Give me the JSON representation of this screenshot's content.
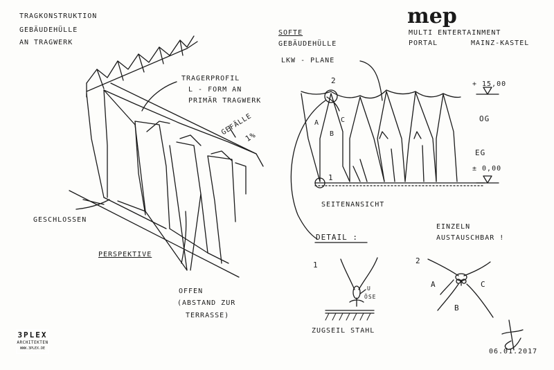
{
  "left_sketch": {
    "title_lines": [
      "TRAGKONSTRUKTION",
      "GEBÄUDEHÜLLE",
      "AN TRAGWERK"
    ],
    "annotation_profile": [
      "TRAGERPROFIL",
      "L - FORM AN",
      "PRIMÄR TRAGWERK"
    ],
    "slope_label": "GEFÄLLE",
    "slope_value": "1%",
    "closed_label": "GESCHLOSSEN",
    "view_label": "PERSPEKTIVE",
    "open_lines": [
      "OFFEN",
      "(ABSTAND ZUR",
      "TERRASSE)"
    ]
  },
  "right_sketch": {
    "soft_lines": [
      "SOFTE",
      "GEBÄUDEHÜLLE"
    ],
    "tarp_label": "LKW - PLANE",
    "project_code": "mep",
    "project_lines": [
      "MULTI ENTERTAINMENT",
      "PORTAL"
    ],
    "location": "MAINZ-KASTEL",
    "level_top": "+ 15,00",
    "level_og": "OG",
    "level_eg": "EG",
    "level_zero": "± 0,00",
    "side_view_label": "SEITENANSICHT",
    "marker_1": "1",
    "marker_2": "2",
    "letter_a": "A",
    "letter_b": "B",
    "letter_c": "C"
  },
  "details": {
    "detail_label": "DETAIL :",
    "replace_lines": [
      "EINZELN",
      "AUSTAUSCHBAR !"
    ],
    "d1_number": "1",
    "d1_eye_lines": [
      "U",
      "ÖSE"
    ],
    "d1_caption": "ZUGSEIL STAHL",
    "d2_number": "2",
    "d2_a": "A",
    "d2_b": "B",
    "d2_c": "C"
  },
  "signature": {
    "date": "06.01.2017"
  },
  "logo": {
    "name": "3PLEX",
    "sub": "ARCHITEKTEN",
    "url": "WWW.3PLEX.DE"
  }
}
